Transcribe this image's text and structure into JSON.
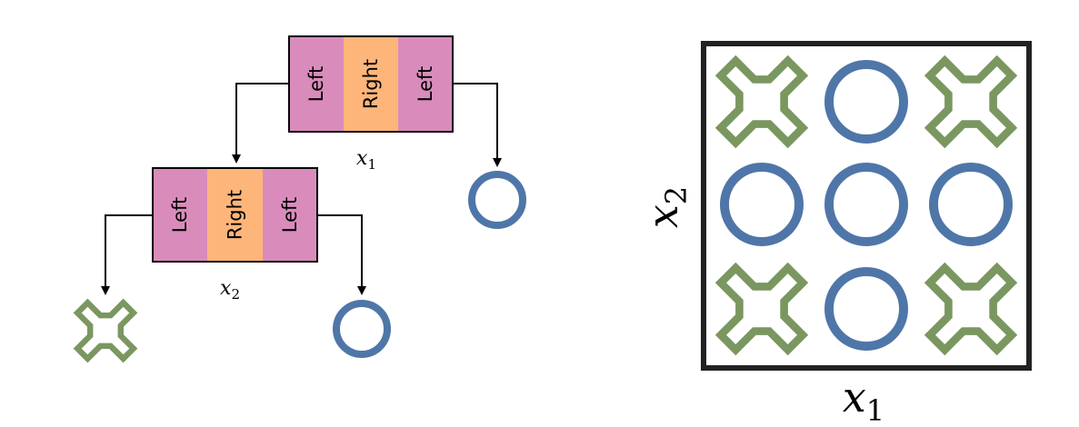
{
  "colors": {
    "left_segment": "#d98cbb",
    "right_segment": "#fdb57a",
    "circle": "#4f76a8",
    "cross": "#7a9760",
    "outline": "#000000"
  },
  "tree": {
    "root": {
      "segments": [
        "Left",
        "Right",
        "Left"
      ],
      "var_name": "x",
      "var_sub": "1",
      "left_child": "node",
      "right_child": "circle"
    },
    "child": {
      "segments": [
        "Left",
        "Right",
        "Left"
      ],
      "var_name": "x",
      "var_sub": "2",
      "left_child": "cross",
      "right_child": "circle"
    }
  },
  "grid": {
    "x_axis": {
      "name": "x",
      "sub": "1"
    },
    "y_axis": {
      "name": "x",
      "sub": "2"
    },
    "cells": [
      [
        "cross",
        "circle",
        "cross"
      ],
      [
        "circle",
        "circle",
        "circle"
      ],
      [
        "cross",
        "circle",
        "cross"
      ]
    ]
  }
}
